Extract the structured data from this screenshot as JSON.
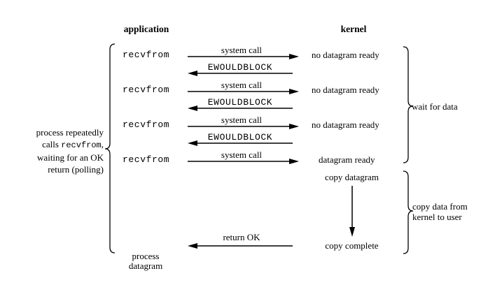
{
  "headers": {
    "application": "application",
    "kernel": "kernel"
  },
  "left_note": {
    "line1": "process repeatedly",
    "line2_prefix": "calls ",
    "line2_code": "recvfrom",
    "line2_suffix": ",",
    "line3": "waiting for an OK",
    "line4": "return (polling)"
  },
  "cycles": [
    {
      "app_call": "recvfrom",
      "syscall_label": "system call",
      "kernel_state": "no datagram ready",
      "error_label": "EWOULDBLOCK"
    },
    {
      "app_call": "recvfrom",
      "syscall_label": "system call",
      "kernel_state": "no datagram ready",
      "error_label": "EWOULDBLOCK"
    },
    {
      "app_call": "recvfrom",
      "syscall_label": "system call",
      "kernel_state": "no datagram ready",
      "error_label": "EWOULDBLOCK"
    },
    {
      "app_call": "recvfrom",
      "syscall_label": "system call",
      "kernel_state": "datagram ready"
    }
  ],
  "copy_phase": {
    "start_label": "copy datagram",
    "end_label": "copy complete",
    "return_label": "return OK"
  },
  "braces": {
    "wait_label": "wait for data",
    "copy_label_line1": "copy data from",
    "copy_label_line2": "kernel to user"
  },
  "footer": {
    "line1": "process",
    "line2": "datagram"
  }
}
